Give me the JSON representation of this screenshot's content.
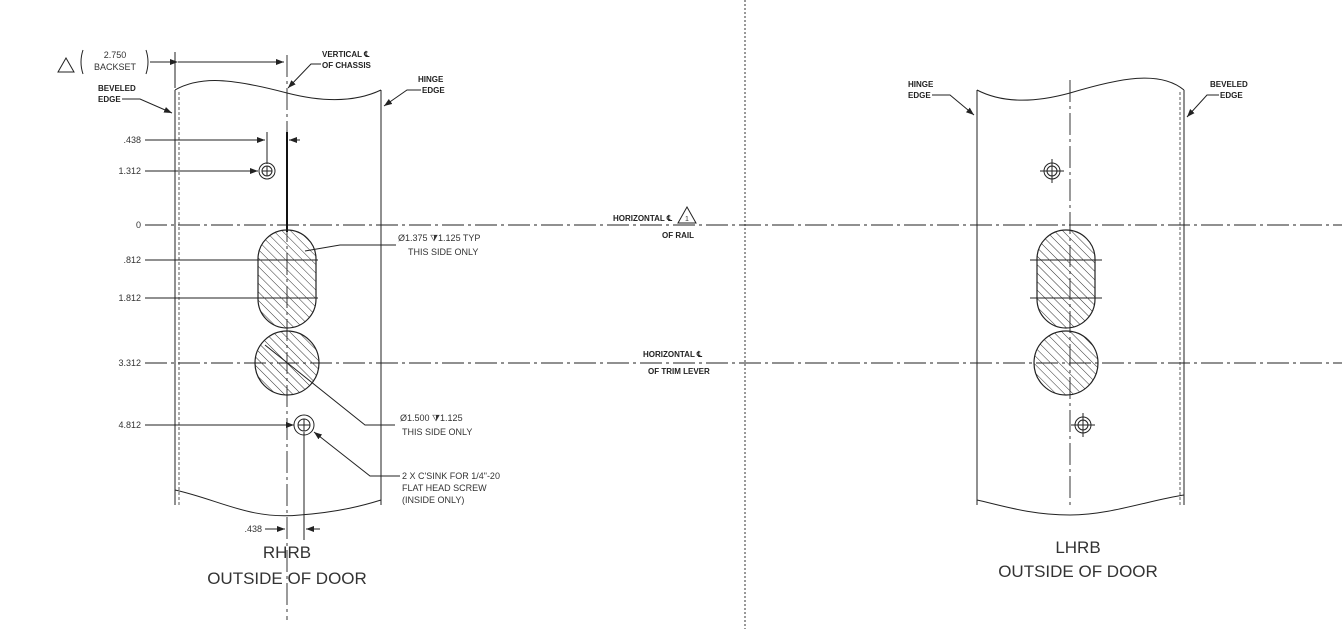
{
  "left_view": {
    "backset_value": "2.750",
    "backset_label": "BACKSET",
    "vertical_cl_1": "VERTICAL ℄",
    "vertical_cl_2": "OF CHASSIS",
    "beveled_1": "BEVELED",
    "beveled_2": "EDGE",
    "hinge_1": "HINGE",
    "hinge_2": "EDGE",
    "dims": [
      ".438",
      "1.312",
      "0",
      ".812",
      "1.812",
      "3.312",
      "4.812"
    ],
    "bottom_dim": ".438",
    "slot_note_1": "Ø1.375 ⧩1.125 TYP",
    "slot_note_2": "THIS SIDE ONLY",
    "hole_note_1": "Ø1.500 ⧩1.125",
    "hole_note_2": "THIS SIDE ONLY",
    "screw_note_1": "2 X C'SINK FOR 1/4\"-20",
    "screw_note_2": "FLAT HEAD SCREW",
    "screw_note_3": "(INSIDE ONLY)",
    "title_1": "RHRB",
    "title_2": "OUTSIDE OF DOOR"
  },
  "center": {
    "rail_1": "HORIZONTAL ℄",
    "rail_2": "OF RAIL",
    "rev_mark": "1",
    "trim_1": "HORIZONTAL ℄",
    "trim_2": "OF TRIM LEVER"
  },
  "right_view": {
    "hinge_1": "HINGE",
    "hinge_2": "EDGE",
    "beveled_1": "BEVELED",
    "beveled_2": "EDGE",
    "title_1": "LHRB",
    "title_2": "OUTSIDE OF DOOR"
  }
}
